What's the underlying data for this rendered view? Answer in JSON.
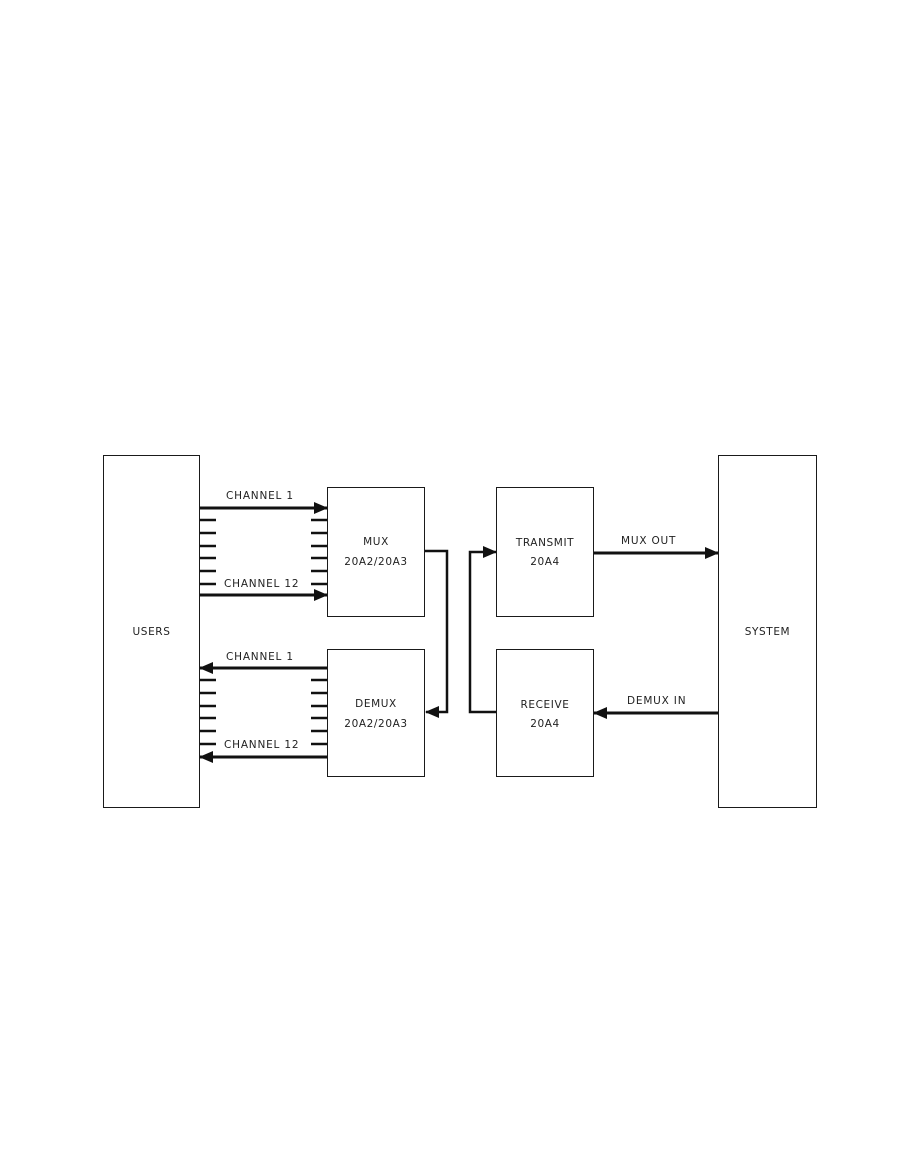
{
  "diagram": {
    "type": "block-diagram",
    "colors": {
      "line": "#111111",
      "background": "#ffffff"
    },
    "blocks": {
      "users": {
        "label": "USERS"
      },
      "mux": {
        "label": "MUX",
        "ref": "20A2/20A3"
      },
      "demux": {
        "label": "DEMUX",
        "ref": "20A2/20A3"
      },
      "transmit": {
        "label": "TRANSMIT",
        "ref": "20A4"
      },
      "receive": {
        "label": "RECEIVE",
        "ref": "20A4"
      },
      "system": {
        "label": "SYSTEM"
      }
    },
    "connections": {
      "mux_channel_first": "CHANNEL 1",
      "mux_channel_last": "CHANNEL 12",
      "demux_channel_first": "CHANNEL 1",
      "demux_channel_last": "CHANNEL 12",
      "mux_out": "MUX OUT",
      "demux_in": "DEMUX IN"
    },
    "edges": [
      {
        "from": "USERS",
        "to": "MUX",
        "label": "CHANNEL 1 ... CHANNEL 12"
      },
      {
        "from": "DEMUX",
        "to": "USERS",
        "label": "CHANNEL 1 ... CHANNEL 12"
      },
      {
        "from": "MUX",
        "to": "DEMUX",
        "label": ""
      },
      {
        "from": "RECEIVE",
        "to": "TRANSMIT",
        "label": ""
      },
      {
        "from": "TRANSMIT",
        "to": "SYSTEM",
        "label": "MUX OUT"
      },
      {
        "from": "SYSTEM",
        "to": "RECEIVE",
        "label": "DEMUX IN"
      }
    ]
  }
}
